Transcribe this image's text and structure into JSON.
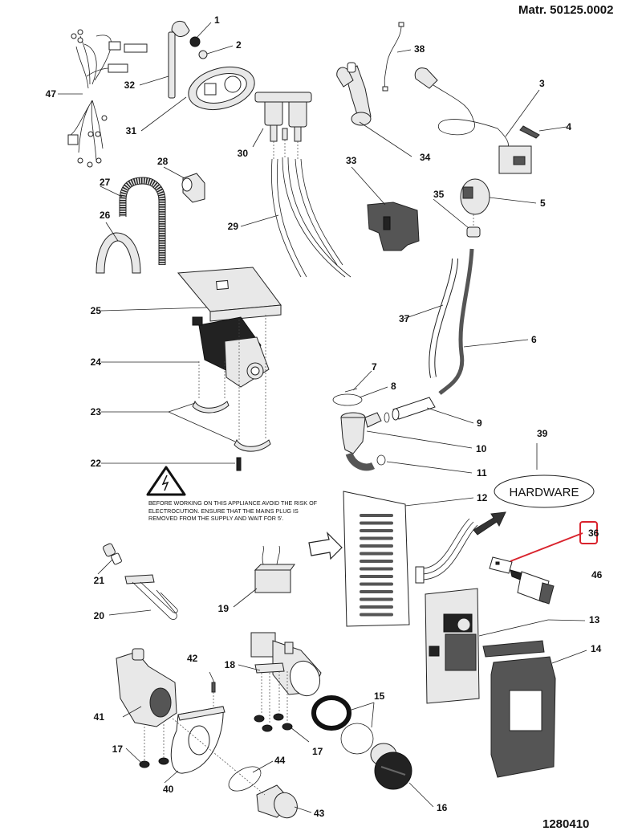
{
  "header": {
    "material_number": "Matr. 50125.0002",
    "drawing_number": "1280410"
  },
  "warning": {
    "icon": "high-voltage-warning-icon",
    "text": "BEFORE WORKING ON THIS APPLIANCE AVOID THE RISK OF ELECTROCUTION. ENSURE THAT THE MAINS PLUG IS REMOVED FROM THE SUPPLY AND WAIT FOR 5'."
  },
  "hardware_label": "HARDWARE",
  "highlight": {
    "part": "36",
    "color": "#d9232d"
  },
  "callouts": [
    {
      "id": "1",
      "label": "1",
      "part": "seal-ring"
    },
    {
      "id": "2",
      "label": "2",
      "part": "washer"
    },
    {
      "id": "3",
      "label": "3",
      "part": "mains-cable"
    },
    {
      "id": "4",
      "label": "4",
      "part": "screw"
    },
    {
      "id": "5",
      "label": "5",
      "part": "pressure-switch"
    },
    {
      "id": "6",
      "label": "6",
      "part": "pressure-hose"
    },
    {
      "id": "7",
      "label": "7",
      "part": "clip"
    },
    {
      "id": "8",
      "label": "8",
      "part": "o-ring"
    },
    {
      "id": "9",
      "label": "9",
      "part": "air-chamber"
    },
    {
      "id": "10",
      "label": "10",
      "part": "sump-hose"
    },
    {
      "id": "11",
      "label": "11",
      "part": "hose-clamp"
    },
    {
      "id": "12",
      "label": "12",
      "part": "board-cover"
    },
    {
      "id": "13",
      "label": "13",
      "part": "control-board"
    },
    {
      "id": "14",
      "label": "14",
      "part": "board-housing"
    },
    {
      "id": "15",
      "label": "15",
      "part": "filter-seals"
    },
    {
      "id": "16",
      "label": "16",
      "part": "filter-cap"
    },
    {
      "id": "17a",
      "label": "17",
      "part": "pump-feet"
    },
    {
      "id": "17b",
      "label": "17",
      "part": "pump-feet"
    },
    {
      "id": "18",
      "label": "18",
      "part": "drain-pump"
    },
    {
      "id": "19",
      "label": "19",
      "part": "filter-capacitor"
    },
    {
      "id": "20",
      "label": "20",
      "part": "heating-element"
    },
    {
      "id": "21",
      "label": "21",
      "part": "ntc-sensor"
    },
    {
      "id": "22",
      "label": "22",
      "part": "motor-bolt"
    },
    {
      "id": "23",
      "label": "23",
      "part": "motor-brackets"
    },
    {
      "id": "24",
      "label": "24",
      "part": "motor"
    },
    {
      "id": "25",
      "label": "25",
      "part": "motor-cover"
    },
    {
      "id": "26",
      "label": "26",
      "part": "hose-guide"
    },
    {
      "id": "27",
      "label": "27",
      "part": "drain-hose"
    },
    {
      "id": "28",
      "label": "28",
      "part": "cable-clamp"
    },
    {
      "id": "29",
      "label": "29",
      "part": "inlet-hoses"
    },
    {
      "id": "30",
      "label": "30",
      "part": "inlet-valve"
    },
    {
      "id": "31",
      "label": "31",
      "part": "valve-gasket"
    },
    {
      "id": "32",
      "label": "32",
      "part": "inlet-fitting"
    },
    {
      "id": "33",
      "label": "33",
      "part": "door-lock"
    },
    {
      "id": "34",
      "label": "34",
      "part": "dispenser-hose"
    },
    {
      "id": "35",
      "label": "35",
      "part": "spacer"
    },
    {
      "id": "36",
      "label": "36",
      "part": "connector"
    },
    {
      "id": "37",
      "label": "37",
      "part": "tube"
    },
    {
      "id": "38",
      "label": "38",
      "part": "earth-wire"
    },
    {
      "id": "39",
      "label": "39",
      "part": "hardware"
    },
    {
      "id": "40",
      "label": "40",
      "part": "pump-bracket"
    },
    {
      "id": "41",
      "label": "41",
      "part": "pump-body"
    },
    {
      "id": "42",
      "label": "42",
      "part": "bracket-screw"
    },
    {
      "id": "43",
      "label": "43",
      "part": "filter"
    },
    {
      "id": "44",
      "label": "44",
      "part": "filter-o-ring"
    },
    {
      "id": "46",
      "label": "46",
      "part": "interface-module"
    },
    {
      "id": "47",
      "label": "47",
      "part": "wiring-harness"
    }
  ]
}
